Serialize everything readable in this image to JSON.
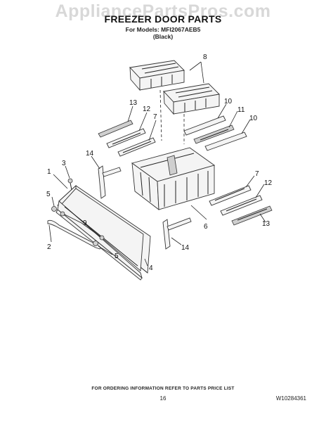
{
  "watermark": "AppliancePartsPros.com",
  "header": {
    "title": "FREEZER DOOR PARTS",
    "models_line": "For Models: MFI2067AEB5",
    "color_line": "(Black)"
  },
  "callouts": {
    "c1": "1",
    "c2": "2",
    "c3": "3",
    "c4": "4",
    "c5a": "5",
    "c5b": "5",
    "c6": "6",
    "c7a": "7",
    "c7b": "7",
    "c8": "8",
    "c9": "9",
    "c10a": "10",
    "c10b": "10",
    "c11": "11",
    "c12a": "12",
    "c12b": "12",
    "c13a": "13",
    "c13b": "13",
    "c14a": "14",
    "c14b": "14"
  },
  "footer": {
    "note": "FOR ORDERING INFORMATION REFER TO PARTS PRICE LIST",
    "page": "16",
    "doc_number": "W10284361"
  }
}
